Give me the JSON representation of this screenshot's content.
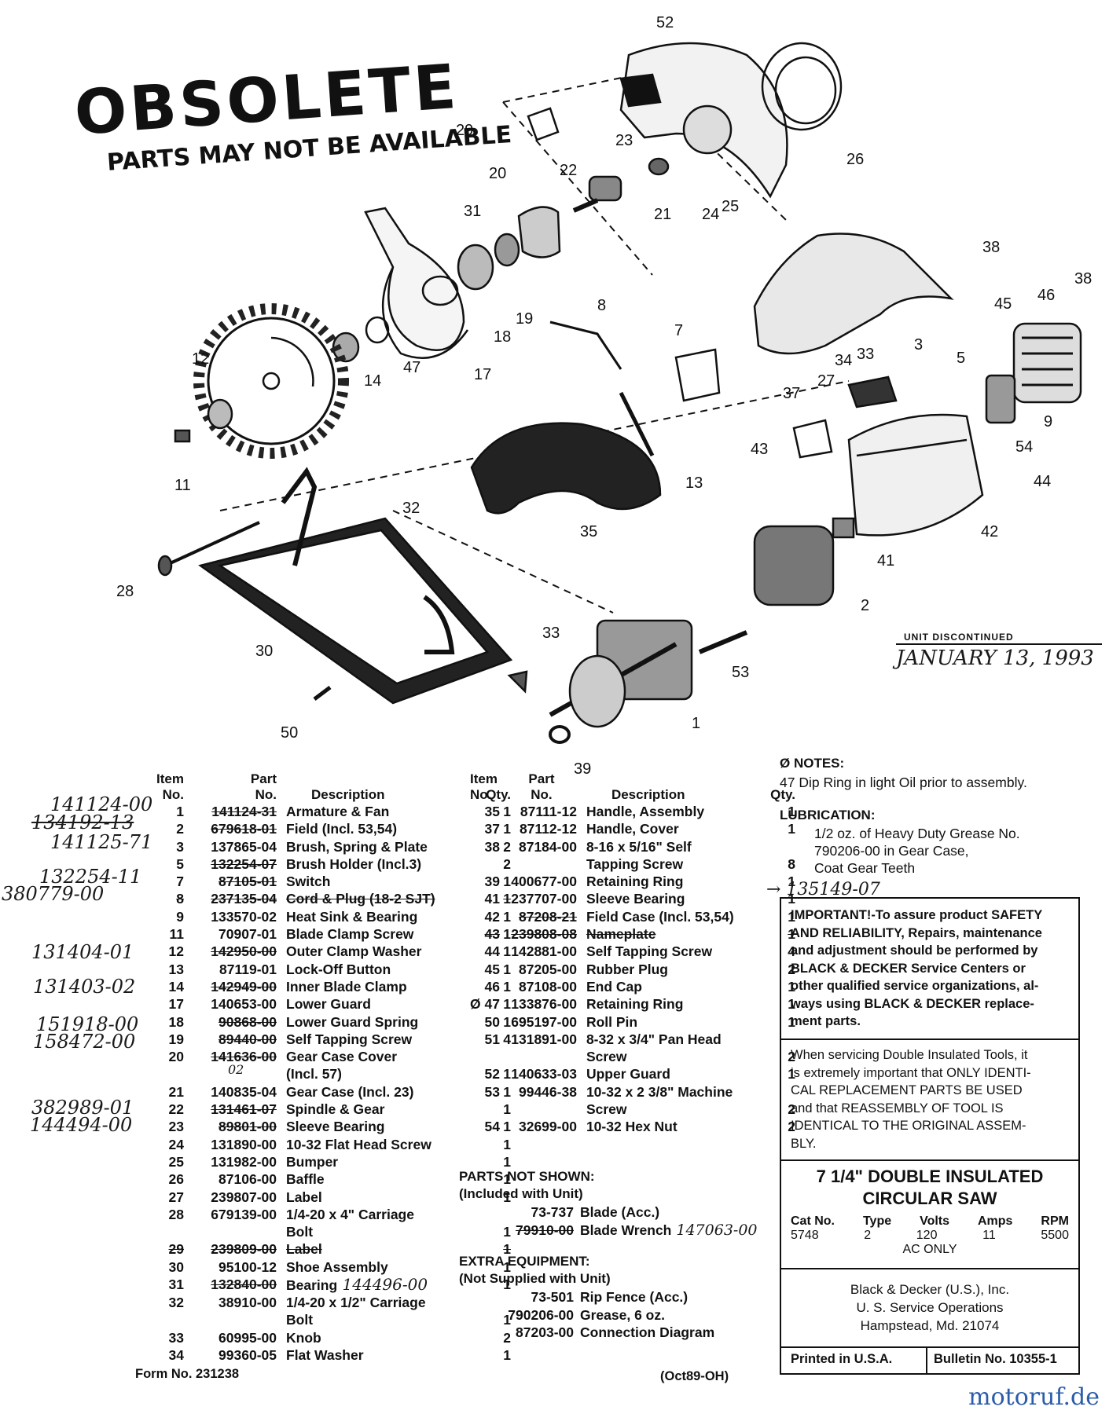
{
  "stamp": {
    "title": "OBSOLETE",
    "subtitle": "PARTS MAY NOT BE AVAILABLE"
  },
  "discontinued": {
    "label": "UNIT DISCONTINUED",
    "date": "JANUARY 13, 1993"
  },
  "callouts": [
    "52",
    "26",
    "29",
    "23",
    "22",
    "20",
    "21",
    "24",
    "25",
    "31",
    "19",
    "18",
    "8",
    "7",
    "38",
    "38",
    "45",
    "46",
    "34",
    "33",
    "3",
    "5",
    "37",
    "27",
    "9",
    "54",
    "43",
    "44",
    "42",
    "12",
    "14",
    "47",
    "17",
    "13",
    "35",
    "11",
    "32",
    "41",
    "28",
    "2",
    "33",
    "30",
    "53",
    "1",
    "50",
    "39"
  ],
  "table_headers": {
    "item1": "Item",
    "item2": "No.",
    "part1": "Part",
    "part2": "No.",
    "desc": "Description",
    "qty": "Qty."
  },
  "left_table": [
    {
      "item": "1",
      "part": "141124-31",
      "desc": "Armature & Fan",
      "qty": "1",
      "struck_part": true
    },
    {
      "item": "2",
      "part": "679618-01",
      "desc": "Field (Incl. 53,54)",
      "qty": "1",
      "struck_part": true
    },
    {
      "item": "3",
      "part": "137865-04",
      "desc": "Brush, Spring & Plate",
      "qty": "2"
    },
    {
      "item": "5",
      "part": "132254-07",
      "desc": "Brush Holder (Incl.3)",
      "qty": "2",
      "struck_part": true
    },
    {
      "item": "7",
      "part": "87105-01",
      "desc": "Switch",
      "qty": "1",
      "struck_part": true
    },
    {
      "item": "8",
      "part": "237135-04",
      "desc": "Cord & Plug (18-2 SJT)",
      "qty": "1",
      "struck_row": true
    },
    {
      "item": "9",
      "part": "133570-02",
      "desc": "Heat Sink & Bearing",
      "qty": "1"
    },
    {
      "item": "11",
      "part": "70907-01",
      "desc": "Blade Clamp Screw",
      "qty": "1"
    },
    {
      "item": "12",
      "part": "142950-00",
      "desc": "Outer Clamp Washer",
      "qty": "1",
      "struck_part": true
    },
    {
      "item": "13",
      "part": "87119-01",
      "desc": "Lock-Off Button",
      "qty": "1"
    },
    {
      "item": "14",
      "part": "142949-00",
      "desc": "Inner Blade Clamp",
      "qty": "1",
      "struck_part": true
    },
    {
      "item": "17",
      "part": "140653-00",
      "desc": "Lower Guard",
      "qty": "1"
    },
    {
      "item": "18",
      "part": "90868-00",
      "desc": "Lower Guard Spring",
      "qty": "1",
      "struck_part": true
    },
    {
      "item": "19",
      "part": "89440-00",
      "desc": "Self Tapping Screw",
      "qty": "4",
      "struck_part": true
    },
    {
      "item": "20",
      "part": "141636-00",
      "desc": "Gear Case Cover",
      "qty": "",
      "struck_part": true
    },
    {
      "item": "",
      "part": "",
      "desc": "(Incl. 57)",
      "qty": "1"
    },
    {
      "item": "21",
      "part": "140835-04",
      "desc": "Gear Case (Incl. 23)",
      "qty": "1"
    },
    {
      "item": "22",
      "part": "131461-07",
      "desc": "Spindle & Gear",
      "qty": "1",
      "struck_part": true
    },
    {
      "item": "23",
      "part": "89801-00",
      "desc": "Sleeve Bearing",
      "qty": "1",
      "struck_part": true
    },
    {
      "item": "24",
      "part": "131890-00",
      "desc": "10-32 Flat Head Screw",
      "qty": "1"
    },
    {
      "item": "25",
      "part": "131982-00",
      "desc": "Bumper",
      "qty": "1"
    },
    {
      "item": "26",
      "part": "87106-00",
      "desc": "Baffle",
      "qty": "1"
    },
    {
      "item": "27",
      "part": "239807-00",
      "desc": "Label",
      "qty": "1"
    },
    {
      "item": "28",
      "part": "679139-00",
      "desc": "1/4-20 x 4\" Carriage",
      "qty": ""
    },
    {
      "item": "",
      "part": "",
      "desc": "Bolt",
      "qty": "1"
    },
    {
      "item": "29",
      "part": "239809-00",
      "desc": "Label",
      "qty": "1",
      "struck_row": true
    },
    {
      "item": "30",
      "part": "95100-12",
      "desc": "Shoe Assembly",
      "qty": "1"
    },
    {
      "item": "31",
      "part": "132840-00",
      "desc": "Bearing",
      "qty": "1",
      "struck_part": true,
      "note": "144496-00"
    },
    {
      "item": "32",
      "part": "38910-00",
      "desc": "1/4-20 x 1/2\" Carriage",
      "qty": ""
    },
    {
      "item": "",
      "part": "",
      "desc": "Bolt",
      "qty": "1"
    },
    {
      "item": "33",
      "part": "60995-00",
      "desc": "Knob",
      "qty": "2"
    },
    {
      "item": "34",
      "part": "99360-05",
      "desc": "Flat Washer",
      "qty": "1"
    }
  ],
  "handwritten_left": [
    "141124-00",
    "134192-13",
    "141125-71",
    "132254-11",
    "380779-00",
    "131404-01",
    "131403-02",
    "151918-00",
    "158472-00",
    "02",
    "382989-01",
    "144494-00"
  ],
  "right_table": [
    {
      "item": "35",
      "part": "87111-12",
      "desc": "Handle, Assembly",
      "qty": "1"
    },
    {
      "item": "37",
      "part": "87112-12",
      "desc": "Handle, Cover",
      "qty": "1"
    },
    {
      "item": "38",
      "part": "87184-00",
      "desc": "8-16 x 5/16\" Self",
      "qty": ""
    },
    {
      "item": "",
      "part": "",
      "desc": "Tapping Screw",
      "qty": "8"
    },
    {
      "item": "39",
      "part": "400677-00",
      "desc": "Retaining Ring",
      "qty": "1"
    },
    {
      "item": "41",
      "part": "237707-00",
      "desc": "Sleeve Bearing",
      "qty": "1"
    },
    {
      "item": "42",
      "part": "87208-21",
      "desc": "Field Case (Incl. 53,54)",
      "qty": "1",
      "struck_part": true
    },
    {
      "item": "43",
      "part": "239808-08",
      "desc": "Nameplate",
      "qty": "1",
      "struck_row": true
    },
    {
      "item": "44",
      "part": "142881-00",
      "desc": "Self Tapping Screw",
      "qty": "4"
    },
    {
      "item": "45",
      "part": "87205-00",
      "desc": "Rubber Plug",
      "qty": "2"
    },
    {
      "item": "46",
      "part": "87108-00",
      "desc": "End Cap",
      "qty": "1"
    },
    {
      "item": "Ø 47",
      "part": "133876-00",
      "desc": "Retaining Ring",
      "qty": "1"
    },
    {
      "item": "50",
      "part": "695197-00",
      "desc": "Roll Pin",
      "qty": "1"
    },
    {
      "item": "51",
      "part": "131891-00",
      "desc": "8-32 x 3/4\" Pan Head",
      "qty": ""
    },
    {
      "item": "",
      "part": "",
      "desc": "Screw",
      "qty": "2"
    },
    {
      "item": "52",
      "part": "140633-03",
      "desc": "Upper Guard",
      "qty": "1"
    },
    {
      "item": "53",
      "part": "99446-38",
      "desc": "10-32 x 2 3/8\" Machine",
      "qty": ""
    },
    {
      "item": "",
      "part": "",
      "desc": "Screw",
      "qty": "2"
    },
    {
      "item": "54",
      "part": "32699-00",
      "desc": "10-32 Hex Nut",
      "qty": "2"
    }
  ],
  "handwritten_right": "135149-07",
  "parts_not_shown": {
    "title": "PARTS NOT SHOWN:",
    "subtitle": "(Included with Unit)",
    "items": [
      {
        "part": "73-737",
        "desc": "Blade (Acc.)",
        "struck": false
      },
      {
        "part": "79910-00",
        "desc": "Blade Wrench",
        "struck": true,
        "note": "147063-00"
      }
    ]
  },
  "extra_equipment": {
    "title": "EXTRA EQUIPMENT:",
    "subtitle": "(Not Supplied with Unit)",
    "items": [
      {
        "part": "73-501",
        "desc": "Rip Fence (Acc.)"
      },
      {
        "part": "790206-00",
        "desc": "Grease, 6 oz."
      },
      {
        "part": "87203-00",
        "desc": "Connection   Diagram"
      }
    ]
  },
  "notes": {
    "title": "Ø NOTES:",
    "text": "47 Dip Ring in light Oil prior to assembly."
  },
  "lubrication": {
    "title": "LUBRICATION:",
    "lines": [
      "1/2 oz. of Heavy Duty Grease No.",
      "790206-00 in Gear Case,",
      "Coat Gear Teeth"
    ]
  },
  "important": {
    "lines": [
      "IMPORTANT!-To assure product SAFETY",
      "AND RELIABILITY, Repairs, maintenance",
      "and adjustment should be performed by",
      "BLACK & DECKER Service Centers or",
      "other qualified service organizations, al-",
      "ways using BLACK & DECKER replace-",
      "ment parts."
    ]
  },
  "double_insulated": {
    "lines": [
      "When servicing Double Insulated Tools, it",
      "is extremely important that ONLY IDENTI-",
      "CAL REPLACEMENT PARTS BE USED",
      "and that REASSEMBLY OF TOOL IS",
      "IDENTICAL TO THE ORIGINAL ASSEM-",
      "BLY."
    ]
  },
  "product": {
    "title1": "7 1/4\" DOUBLE INSULATED",
    "title2": "CIRCULAR SAW",
    "spec_headers": [
      "Cat No.",
      "Type",
      "Volts",
      "Amps",
      "RPM"
    ],
    "spec_values": [
      "5748",
      "2",
      "120",
      "11",
      "5500"
    ],
    "ac_only": "AC ONLY"
  },
  "company": {
    "lines": [
      "Black & Decker (U.S.), Inc.",
      "U. S. Service Operations",
      "Hampstead, Md. 21074"
    ]
  },
  "printed": "Printed in U.S.A.",
  "bulletin": "Bulletin No. 10355-1",
  "form_no": "Form No. 231238",
  "date_code": "(Oct89-OH)",
  "watermark": "motoruf.de"
}
